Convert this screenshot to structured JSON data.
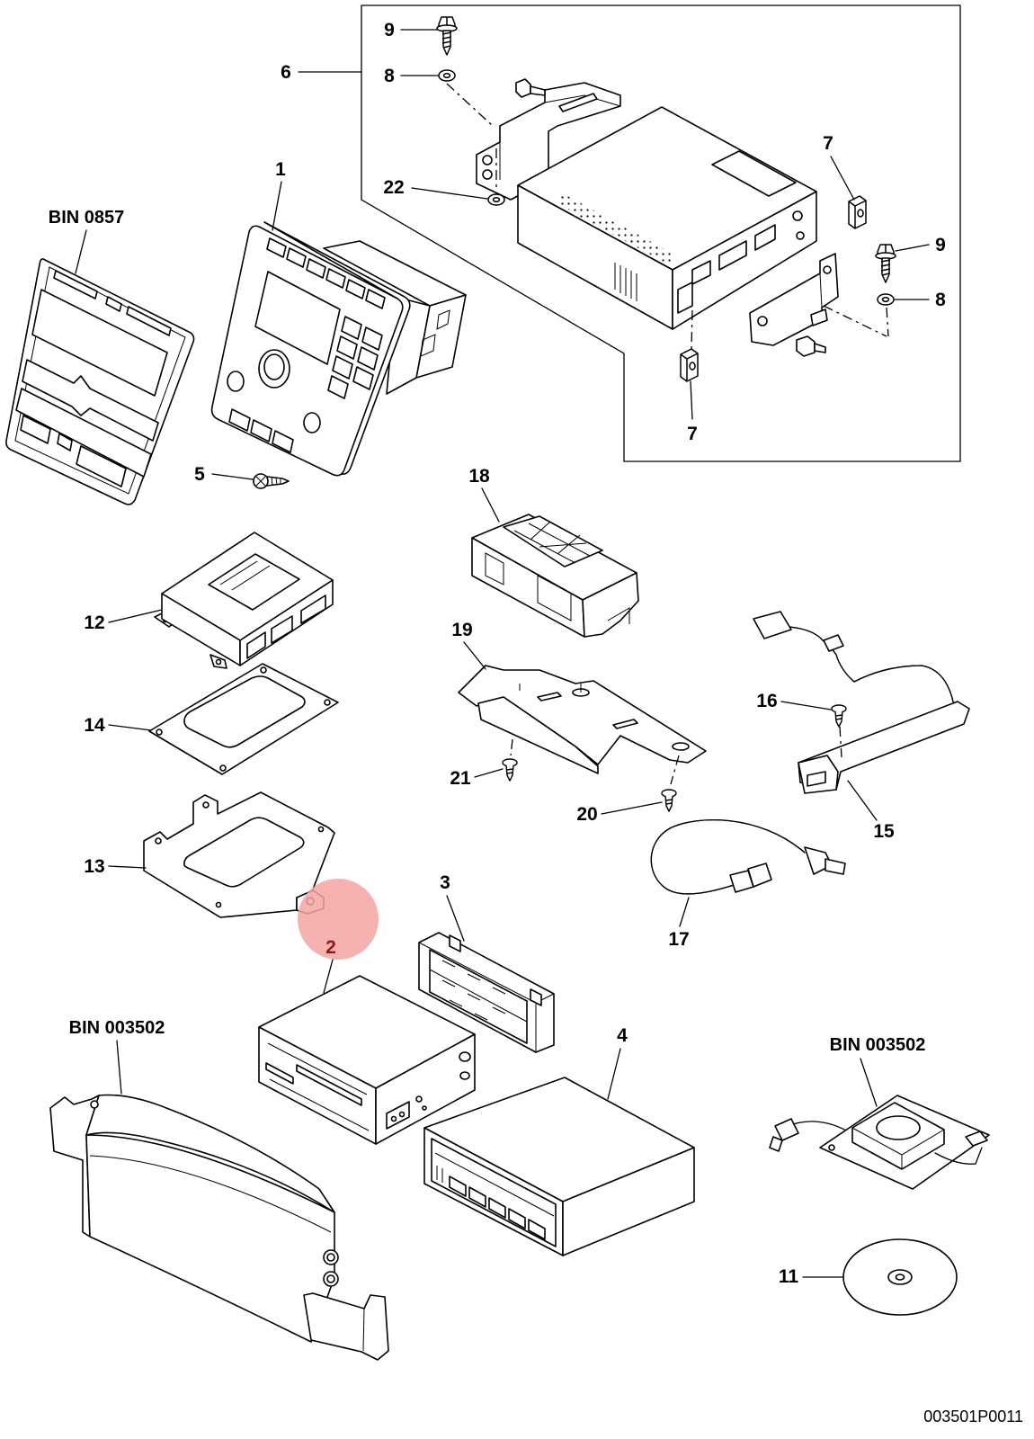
{
  "callouts": [
    {
      "label": "9"
    },
    {
      "label": "8"
    },
    {
      "label": "6"
    },
    {
      "label": "22"
    },
    {
      "label": "7"
    },
    {
      "label": "9"
    },
    {
      "label": "8"
    },
    {
      "label": "7"
    },
    {
      "label": "1"
    },
    {
      "label": "BIN 0857"
    },
    {
      "label": "5"
    },
    {
      "label": "18"
    },
    {
      "label": "12"
    },
    {
      "label": "19"
    },
    {
      "label": "16"
    },
    {
      "label": "14"
    },
    {
      "label": "21"
    },
    {
      "label": "20"
    },
    {
      "label": "15"
    },
    {
      "label": "13"
    },
    {
      "label": "3"
    },
    {
      "label": "2",
      "highlighted": true
    },
    {
      "label": "17"
    },
    {
      "label": "BIN 003502"
    },
    {
      "label": "4"
    },
    {
      "label": "BIN 003502"
    },
    {
      "label": "11"
    }
  ],
  "diagram": {
    "drawing_number": "003501P0011"
  },
  "highlight": {
    "circle_fill": "#f4a3a3",
    "label_color": "#8b1a1a"
  },
  "colors": {
    "line": "#000000",
    "background": "#ffffff"
  }
}
